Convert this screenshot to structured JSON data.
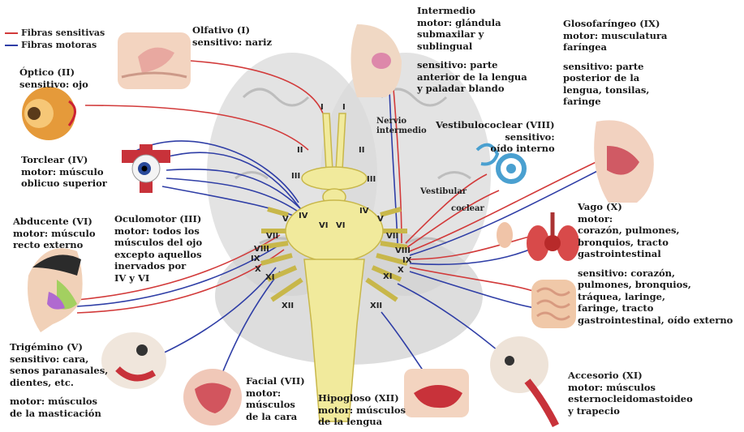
{
  "legend": {
    "sensory": {
      "label": "Fibras sensitivas",
      "color": "#d23a3a"
    },
    "motor": {
      "label": "Fibras motoras",
      "color": "#2f3ea6"
    }
  },
  "nerves": [
    {
      "id": "olfativo",
      "title": "Olfativo (I)",
      "desc": [
        "sensitivo: nariz"
      ]
    },
    {
      "id": "optico",
      "title": "Óptico (II)",
      "desc": [
        "sensitivo: ojo"
      ]
    },
    {
      "id": "troclear",
      "title": "Torclear (IV)",
      "desc": [
        "motor: músculo\noblicuo superior"
      ]
    },
    {
      "id": "abducente",
      "title": "Abducente (VI)",
      "desc": [
        "motor: músculo\nrecto externo"
      ]
    },
    {
      "id": "oculomotor",
      "title": "Oculomotor (III)",
      "desc": [
        "motor: todos los\nmúsculos del ojo\nexcepto aquellos\ninervados por\nIV y VI"
      ]
    },
    {
      "id": "trigemino",
      "title": "Trigémino (V)",
      "desc": [
        "sensitivo: cara,\nsenos paranasales,\ndientes, etc.",
        "motor: músculos\nde la masticación"
      ]
    },
    {
      "id": "facial",
      "title": "Facial (VII)",
      "desc": [
        "motor:\nmúsculos\nde la cara"
      ]
    },
    {
      "id": "hipogloso",
      "title": "Hipogloso (XII)",
      "desc": [
        "motor: músculos\nde la lengua"
      ]
    },
    {
      "id": "intermedio",
      "title": "Intermedio",
      "desc": [
        "motor: glándula\nsubmaxilar y\nsublingual",
        "sensitivo: parte\nanterior de la lengua\ny paladar blando"
      ]
    },
    {
      "id": "glosofaringeo",
      "title": "Glosofaríngeo (IX)",
      "desc": [
        "motor: musculatura\nfaríngea",
        "sensitivo: parte\nposterior de la\nlengua, tonsilas,\nfaringe"
      ]
    },
    {
      "id": "vestibulococlear",
      "title": "Vestibulococlear (VIII)",
      "desc": [
        "sensitivo:\noído interno"
      ]
    },
    {
      "id": "vago",
      "title": "Vago (X)",
      "desc": [
        "motor:\ncorazón, pulmones,\nbronquios, tracto\ngastrointestinal",
        "sensitivo: corazón,\npulmones, bronquios,\ntráquea, laringe,\nfaringe, tracto\ngastrointestinal, oído externo"
      ]
    },
    {
      "id": "accesorio",
      "title": "Accesorio (XI)",
      "desc": [
        "motor: músculos\nesternocleidomastoideo\ny trapecio"
      ]
    }
  ],
  "small_labels": {
    "nervio_intermedio": "Nervio\nintermedio",
    "vestibular": "Vestibular",
    "coclear": "coclear"
  },
  "roman": {
    "I": "I",
    "II": "II",
    "III": "III",
    "IV": "IV",
    "V": "V",
    "VI": "VI",
    "VII": "VII",
    "VIII": "VIII",
    "IX": "IX",
    "X": "X",
    "XI": "XI",
    "XII": "XII"
  }
}
